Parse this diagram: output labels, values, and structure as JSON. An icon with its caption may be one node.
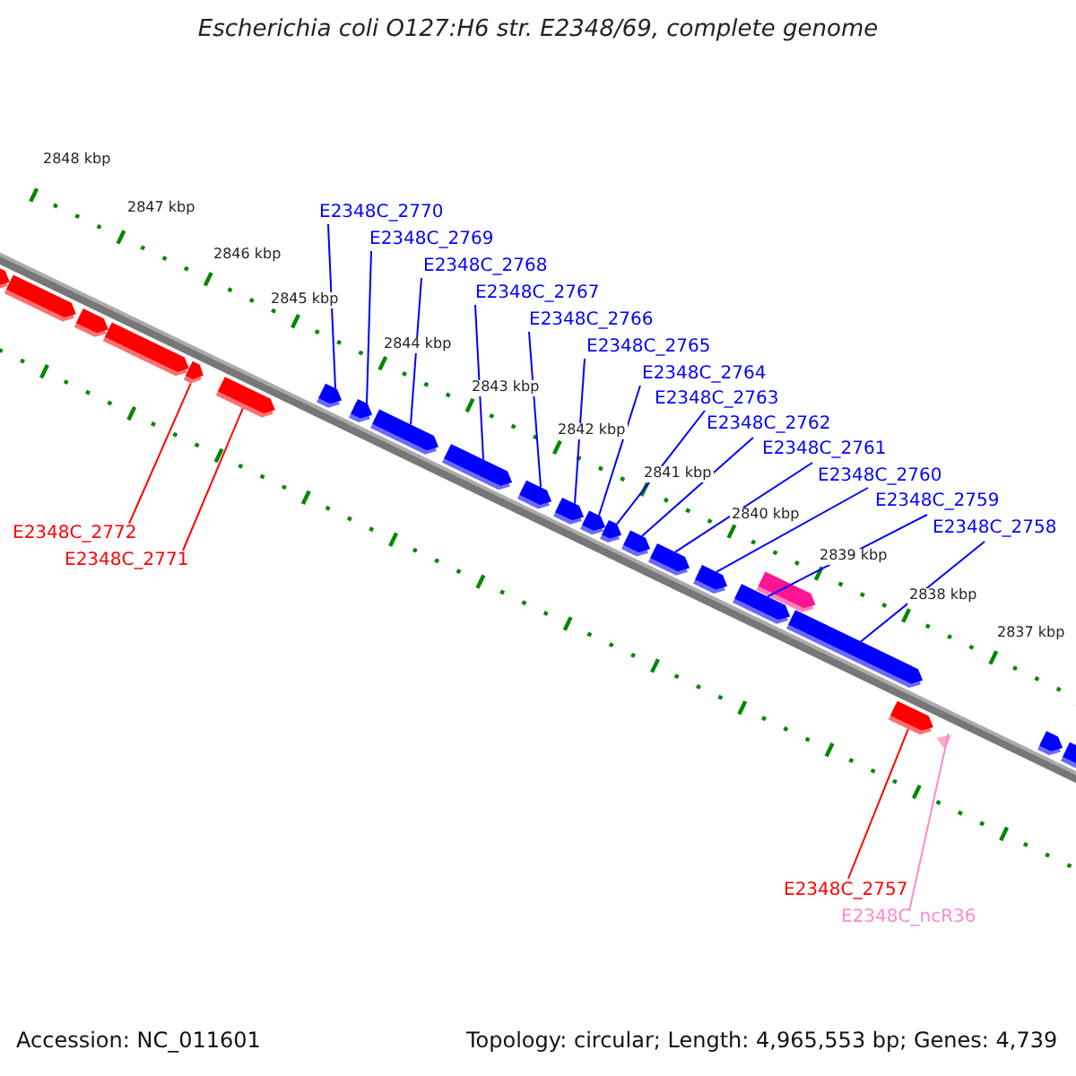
{
  "diagram": {
    "title": "Escherichia coli O127:H6 str. E2348/69, complete genome",
    "nodes": [
      {
        "text": [
          "E2348C_2770"
        ]
      },
      {
        "text": [
          "E2348C_2769"
        ]
      },
      {
        "text": [
          "E2348C_2768"
        ]
      },
      {
        "text": [
          "E2348C_2767"
        ]
      },
      {
        "text": [
          "E2348C_2766"
        ]
      },
      {
        "text": [
          "E2348C_2765"
        ]
      },
      {
        "text": [
          "E2348C_2764"
        ]
      },
      {
        "text": [
          "E2348C_2763"
        ]
      },
      {
        "text": [
          "E2348C_2762"
        ]
      },
      {
        "text": [
          "E2348C_2761"
        ]
      },
      {
        "text": [
          "E2348C_2760"
        ]
      },
      {
        "text": [
          "E2348C_2759"
        ]
      },
      {
        "text": [
          "E2348C_2758"
        ]
      },
      {
        "text": [
          "E2348C_2772"
        ]
      },
      {
        "text": [
          "E2348C_2771"
        ]
      },
      {
        "text": [
          "E2348C_2757"
        ]
      },
      {
        "text": [
          "E2348C_ncR36"
        ]
      },
      {
        "text": [],
        "shape": "arrow"
      },
      {
        "text": [],
        "shape": "arrow"
      },
      {
        "text": [],
        "shape": "arrow"
      },
      {
        "text": [],
        "shape": "arrow"
      },
      {
        "text": [],
        "shape": "arrow"
      },
      {
        "text": [],
        "shape": "arrow"
      },
      {
        "text": [],
        "shape": "arrow"
      },
      {
        "text": [],
        "shape": "arrow"
      },
      {
        "text": [],
        "shape": "arrow"
      },
      {
        "text": [],
        "shape": "arrow"
      },
      {
        "text": [],
        "shape": "arrow"
      },
      {
        "text": [],
        "shape": "arrow"
      },
      {
        "text": [],
        "shape": "arrow"
      },
      {
        "text": [],
        "shape": "arrow"
      },
      {
        "text": [],
        "shape": "arrow"
      },
      {
        "text": [],
        "shape": "arrow"
      },
      {
        "text": [],
        "shape": "arrow"
      },
      {
        "text": [],
        "shape": "arrow"
      },
      {
        "text": [],
        "shape": "arrow"
      },
      {
        "text": [],
        "shape": "arrow"
      },
      {
        "text": [],
        "shape": "arrow"
      },
      {
        "text": [],
        "shape": "arrow"
      },
      {
        "text": [],
        "shape": "arrow"
      },
      {
        "text": [],
        "shape": "arrow"
      }
    ],
    "edges": [
      {
        "from": 0,
        "to": 23,
        "arrow": "none"
      },
      {
        "from": 1,
        "to": 24,
        "arrow": "none"
      },
      {
        "from": 2,
        "to": 25,
        "arrow": "none"
      },
      {
        "from": 3,
        "to": 26,
        "arrow": "none"
      },
      {
        "from": 4,
        "to": 27,
        "arrow": "none"
      },
      {
        "from": 5,
        "to": 28,
        "arrow": "none"
      },
      {
        "from": 6,
        "to": 29,
        "arrow": "none"
      },
      {
        "from": 7,
        "to": 30,
        "arrow": "none"
      },
      {
        "from": 8,
        "to": 31,
        "arrow": "none"
      },
      {
        "from": 9,
        "to": 32,
        "arrow": "none"
      },
      {
        "from": 10,
        "to": 33,
        "arrow": "none"
      },
      {
        "from": 11,
        "to": 34,
        "arrow": "none"
      },
      {
        "from": 12,
        "to": 36,
        "arrow": "none"
      },
      {
        "from": 13,
        "to": 21,
        "arrow": "none",
        "color": "#ff0000"
      },
      {
        "from": 14,
        "to": 22,
        "arrow": "none",
        "color": "#ff0000"
      },
      {
        "from": 15,
        "to": 37,
        "arrow": "none",
        "color": "#ff0000"
      },
      {
        "from": 16,
        "to": 38,
        "arrow": "none",
        "color": "#ff88cc"
      }
    ],
    "labels": [
      "2848 kbp",
      "2847 kbp",
      "2846 kbp",
      "2845 kbp",
      "2844 kbp",
      "2843 kbp",
      "2842 kbp",
      "2841 kbp",
      "2840 kbp",
      "2839 kbp",
      "2838 kbp",
      "2837 kbp",
      "Accession: NC_011601",
      "Topology: circular; Length: 4,965,553 bp; Genes: 4,739"
    ]
  }
}
